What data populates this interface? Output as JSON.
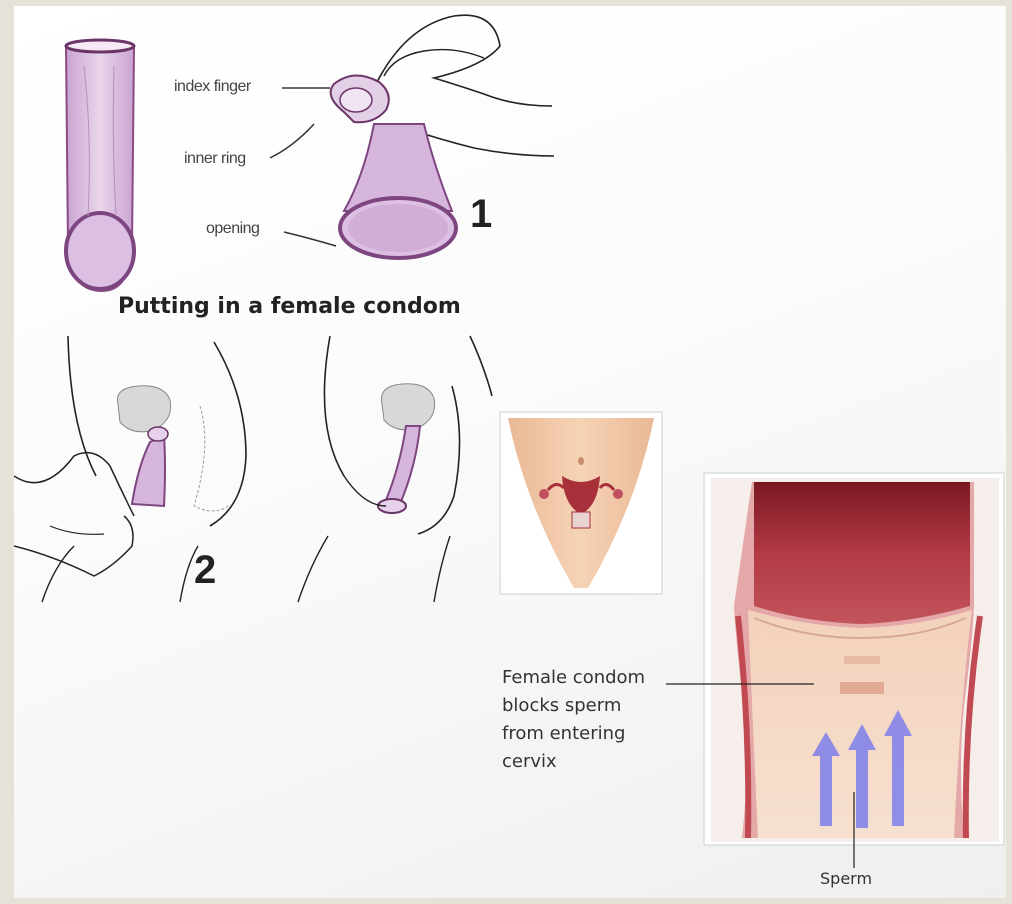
{
  "labels": {
    "index_finger": "index finger",
    "inner_ring": "inner ring",
    "opening": "opening",
    "step_1": "1",
    "step_2": "2",
    "title": "Putting in a female condom",
    "caption_lines": [
      "Female condom",
      "blocks sperm",
      "from entering",
      "cervix"
    ],
    "sperm": "Sperm"
  },
  "colors": {
    "condom_fill": "#dcc2e2",
    "condom_stroke": "#8a4a86",
    "uterus_red": "#a8303a",
    "skin": "#f2c9a8",
    "arrow_blue": "#8a88e8"
  }
}
